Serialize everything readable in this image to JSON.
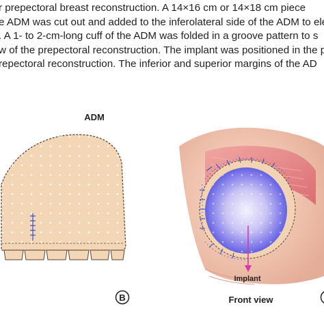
{
  "caption": {
    "lines": [
      "r prepectoral breast reconstruction. A 14×16 cm or 14×18 cm piece",
      "e ADM was cut out and added to the inferolateral side of the ADM to ele",
      ". A 1- to 2-cm-long cuff of the ADM was folded in a groove pattern to s",
      "w of the prepectoral reconstruction. The implant was positioned in the pr",
      "repectoral reconstruction. The inferior and superior margins of the AD"
    ]
  },
  "figure": {
    "adm_label": "ADM",
    "panel_b_label": "B",
    "panel_c_label": "C",
    "implant_label": "Implant",
    "front_view_label": "Front view"
  },
  "colors": {
    "adm_fill": "#f3d6b6",
    "adm_stroke": "#5a4636",
    "implant_blue": "#5b63e6",
    "skin": "#f2c9b5",
    "muscle": "#e07a80",
    "arrow_magenta": "#d23ba8",
    "suture_blue": "#3b4fc0"
  }
}
